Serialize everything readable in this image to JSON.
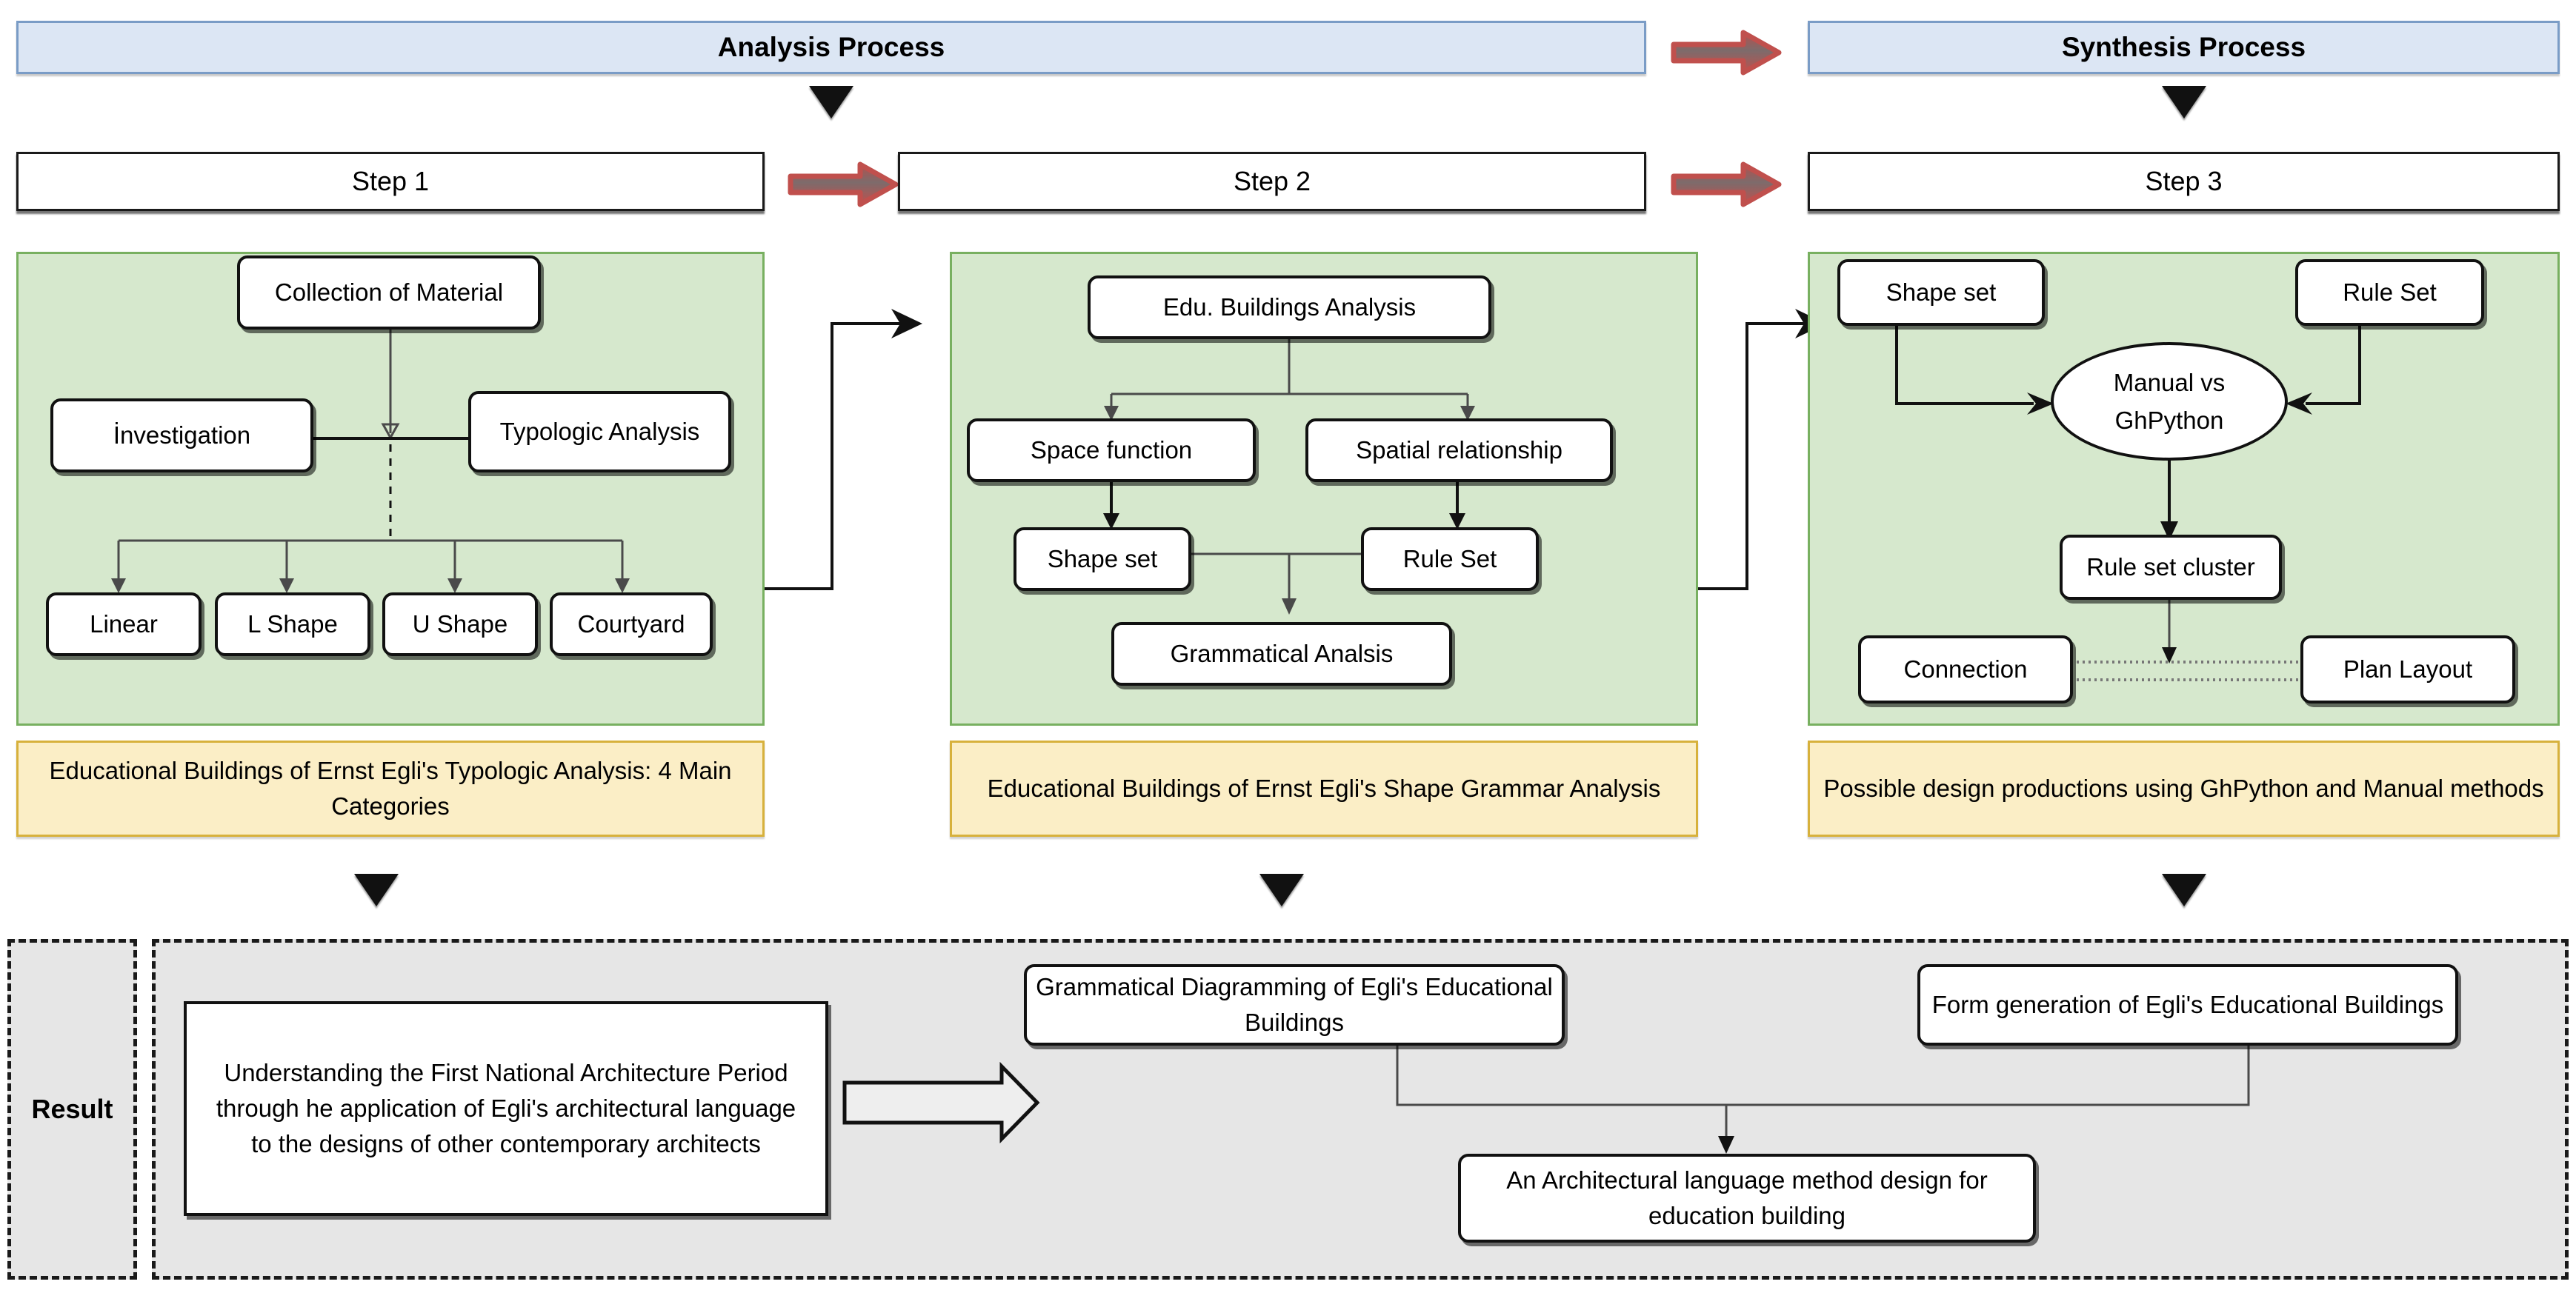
{
  "header": {
    "analysis_process": "Analysis Process",
    "synthesis_process": "Synthesis Process"
  },
  "steps": {
    "step1": "Step 1",
    "step2": "Step 2",
    "step3": "Step 3"
  },
  "step1_nodes": {
    "collection": "Collection of Material",
    "investigation": "İnvestigation",
    "typologic": "Typologic Analysis",
    "linear": "Linear",
    "l_shape": "L Shape",
    "u_shape": "U Shape",
    "courtyard": "Courtyard"
  },
  "step2_nodes": {
    "edu_analysis": "Edu. Buildings Analysis",
    "space_function": "Space function",
    "spatial_relationship": "Spatial relationship",
    "shape_set": "Shape set",
    "rule_set": "Rule Set",
    "grammatical": "Grammatical Analsis"
  },
  "step3_nodes": {
    "shape_set": "Shape set",
    "rule_set": "Rule Set",
    "manual_vs_line1": "Manual vs",
    "manual_vs_line2": "GhPython",
    "rule_set_cluster": "Rule set cluster",
    "connection": "Connection",
    "plan_layout": "Plan Layout"
  },
  "captions": {
    "caption1": "Educational Buildings of Ernst Egli's Typologic Analysis: 4 Main Categories",
    "caption2": "Educational Buildings of Ernst Egli's Shape Grammar Analysis",
    "caption3": "Possible design productions using GhPython and Manual methods"
  },
  "result": {
    "label": "Result",
    "understanding": "Understanding the First National Architecture Period through he application of Egli's architectural language to the designs of other contemporary architects",
    "grammatical_diagramming": "Grammatical Diagramming of Egli's Educational Buildings",
    "form_generation": "Form generation of Egli's Educational Buildings",
    "architectural_method": "An Architectural language method design for education building"
  },
  "colors": {
    "banner_fill": "#dce6f4",
    "banner_border": "#7a9cc6",
    "green_fill": "#d6e8cd",
    "green_border": "#78b060",
    "yellow_fill": "#fbeec6",
    "yellow_border": "#d7b13c",
    "result_fill": "#e6e6e6",
    "arrow_red": "#c0504d",
    "node_border": "#111111"
  },
  "icons": {
    "red_right_arrow": "red-right-arrow-icon",
    "black_down_triangle": "black-down-triangle-icon",
    "hollow_right_arrow": "hollow-right-arrow-icon"
  }
}
